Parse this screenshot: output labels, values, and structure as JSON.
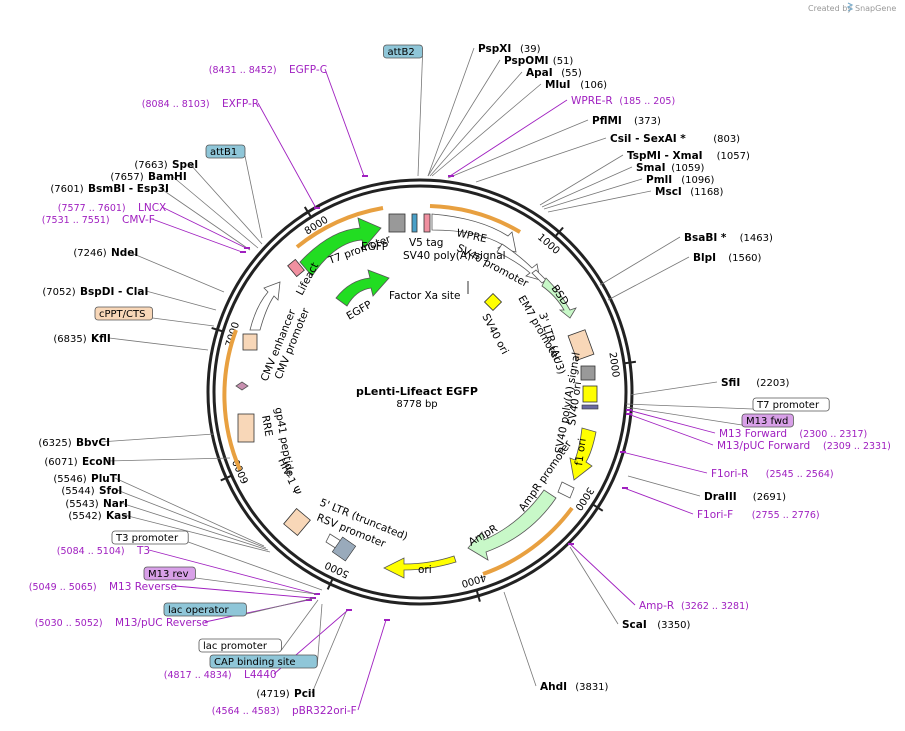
{
  "credit": {
    "text": "Created by",
    "brand": "SnapGene"
  },
  "plasmid": {
    "name": "pLenti-Lifeact EGFP",
    "size": "8778 bp",
    "length": 8778
  },
  "ticks": [
    "1000",
    "2000",
    "3000",
    "4000",
    "5000",
    "6000",
    "7000",
    "8000"
  ],
  "enzymes": [
    {
      "name": "PspXI",
      "pos": "(39)"
    },
    {
      "name": "PspOMI",
      "pos": "(51)"
    },
    {
      "name": "ApaI",
      "pos": "(55)"
    },
    {
      "name": "MluI",
      "pos": "(106)"
    },
    {
      "name": "PflMI",
      "pos": "(373)"
    },
    {
      "name": "CsiI - SexAI *",
      "pos": "(803)"
    },
    {
      "name": "TspMI - XmaI",
      "pos": "(1057)"
    },
    {
      "name": "SmaI",
      "pos": "(1059)"
    },
    {
      "name": "PmlI",
      "pos": "(1096)"
    },
    {
      "name": "MscI",
      "pos": "(1168)"
    },
    {
      "name": "BsaBI *",
      "pos": "(1463)"
    },
    {
      "name": "BlpI",
      "pos": "(1560)"
    },
    {
      "name": "SfiI",
      "pos": "(2203)"
    },
    {
      "name": "DraIII",
      "pos": "(2691)"
    },
    {
      "name": "ScaI",
      "pos": "(3350)"
    },
    {
      "name": "AhdI",
      "pos": "(3831)"
    },
    {
      "name": "PciI",
      "pos": "(4719)"
    },
    {
      "name": "KasI",
      "pos": "(5542)"
    },
    {
      "name": "NarI",
      "pos": "(5543)"
    },
    {
      "name": "SfoI",
      "pos": "(5544)"
    },
    {
      "name": "PluTI",
      "pos": "(5546)"
    },
    {
      "name": "EcoNI",
      "pos": "(6071)"
    },
    {
      "name": "BbvCI",
      "pos": "(6325)"
    },
    {
      "name": "KflI",
      "pos": "(6835)"
    },
    {
      "name": "BspDI - ClaI",
      "pos": "(7052)"
    },
    {
      "name": "NdeI",
      "pos": "(7246)"
    },
    {
      "name": "BsmBI - Esp3I",
      "pos": "(7601)"
    },
    {
      "name": "BamHI",
      "pos": "(7657)"
    },
    {
      "name": "SpeI",
      "pos": "(7663)"
    }
  ],
  "primers": [
    {
      "name": "EGFP-C",
      "pos": "(8431 .. 8452)"
    },
    {
      "name": "EXFP-R",
      "pos": "(8084 .. 8103)"
    },
    {
      "name": "WPRE-R",
      "pos": "(185 .. 205)"
    },
    {
      "name": "LNCX",
      "pos": "(7577 .. 7601)"
    },
    {
      "name": "CMV-F",
      "pos": "(7531 .. 7551)"
    },
    {
      "name": "M13 Forward",
      "pos": "(2300 .. 2317)"
    },
    {
      "name": "M13/pUC Forward",
      "pos": "(2309 .. 2331)"
    },
    {
      "name": "F1ori-R",
      "pos": "(2545 .. 2564)"
    },
    {
      "name": "F1ori-F",
      "pos": "(2755 .. 2776)"
    },
    {
      "name": "Amp-R",
      "pos": "(3262 .. 3281)"
    },
    {
      "name": "T3",
      "pos": "(5084 .. 5104)"
    },
    {
      "name": "M13 Reverse",
      "pos": "(5049 .. 5065)"
    },
    {
      "name": "M13/pUC Reverse",
      "pos": "(5030 .. 5052)"
    },
    {
      "name": "L4440",
      "pos": "(4817 .. 4834)"
    },
    {
      "name": "pBR322ori-F",
      "pos": "(4564 .. 4583)"
    }
  ],
  "boxed_labels": [
    {
      "name": "attB2",
      "color": "#8fc6d8"
    },
    {
      "name": "attB1",
      "color": "#8fc6d8"
    },
    {
      "name": "cPPT/CTS",
      "color": "#f8d7b8"
    },
    {
      "name": "T7 promoter",
      "color": "#ffffff"
    },
    {
      "name": "M13 fwd",
      "color": "#d8a0e8"
    },
    {
      "name": "T3 promoter",
      "color": "#ffffff"
    },
    {
      "name": "M13 rev",
      "color": "#d8a0e8"
    },
    {
      "name": "lac operator",
      "color": "#8fc6d8"
    },
    {
      "name": "lac promoter",
      "color": "#ffffff"
    },
    {
      "name": "CAP binding site",
      "color": "#8fc6d8"
    }
  ],
  "features": {
    "egfp_outer": "EGFP",
    "lifeact": "Lifeact",
    "t7_promoter": "T7 promoter",
    "egfp_inner": "EGFP",
    "v5_tag": "V5 tag",
    "sv40_polya_1": "SV40 poly(A) signal",
    "wpre": "WPRE",
    "sv40_promoter": "SV40 promoter",
    "factor_xa": "Factor Xa site",
    "em7": "EM7 promoter",
    "bsd": "BSD",
    "sv40_ori_1": "SV40 ori",
    "ltr3": "3' LTR (ΔU3)",
    "sv40_polya_2": "SV40 poly(A) signal",
    "sv40_ori_2": "SV40 ori",
    "f1_ori": "f1 ori",
    "ampr_promoter": "AmpR promoter",
    "ampr": "AmpR",
    "ori": "ori",
    "ltr5": "5' LTR (truncated)",
    "rsv_promoter": "RSV promoter",
    "hiv1_psi": "HIV-1 Ψ",
    "rre": "RRE",
    "gp41": "gp41 peptide",
    "cmv_enhancer": "CMV enhancer",
    "cmv_promoter": "CMV promoter"
  },
  "colors": {
    "green": "#22dd22",
    "yellow": "#ffff00",
    "orange": "#e8a040",
    "mint": "#c8f8c8",
    "peach": "#f8d7b8",
    "purple": "#a020c0"
  }
}
